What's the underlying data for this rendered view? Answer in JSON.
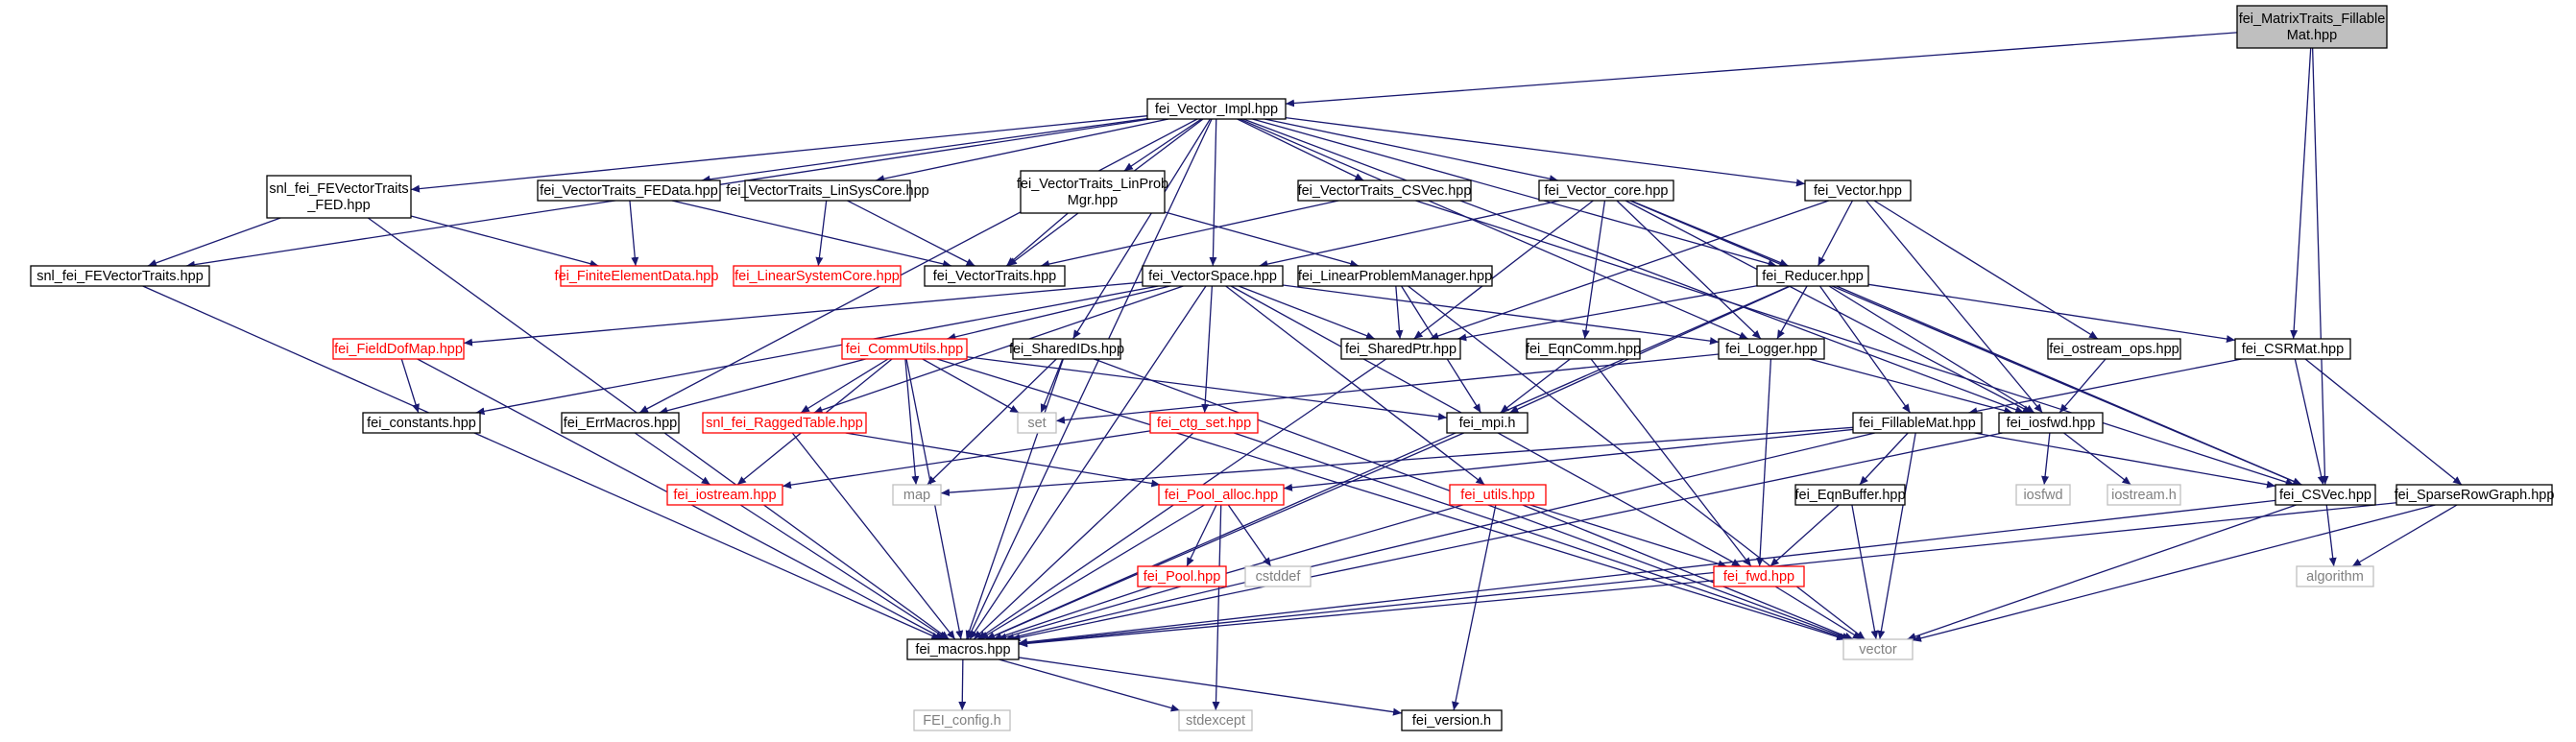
{
  "colors": {
    "edge": "#191970",
    "text_default": "#000000",
    "text_red": "#ff0000",
    "text_gray": "#808080",
    "border_default": "#000000",
    "border_red": "#ff0000",
    "border_gray": "#bfbfbf",
    "fill_root": "#bfbfbf",
    "fill_default": "#ffffff"
  },
  "graph": {
    "nodes": [
      {
        "id": "root",
        "lines": [
          "fei_MatrixTraits_Fillable",
          "Mat.hpp"
        ],
        "style": "root"
      },
      {
        "id": "vecimpl",
        "lines": [
          "fei_Vector_Impl.hpp"
        ],
        "style": "normal"
      },
      {
        "id": "snlfed",
        "lines": [
          "snl_fei_FEVectorTraits",
          "_FED.hpp"
        ],
        "style": "normal"
      },
      {
        "id": "fedata",
        "lines": [
          "fei_VectorTraits_FEData.hpp"
        ],
        "style": "normal"
      },
      {
        "id": "linsys",
        "lines": [
          "fei_VectorTraits_LinSysCore.hpp"
        ],
        "style": "normal"
      },
      {
        "id": "linprob",
        "lines": [
          "fei_VectorTraits_LinProb",
          "Mgr.hpp"
        ],
        "style": "normal"
      },
      {
        "id": "csvecT",
        "lines": [
          "fei_VectorTraits_CSVec.hpp"
        ],
        "style": "normal"
      },
      {
        "id": "vcore",
        "lines": [
          "fei_Vector_core.hpp"
        ],
        "style": "normal"
      },
      {
        "id": "vector",
        "lines": [
          "fei_Vector.hpp"
        ],
        "style": "normal"
      },
      {
        "id": "snlfev",
        "lines": [
          "snl_fei_FEVectorTraits.hpp"
        ],
        "style": "normal"
      },
      {
        "id": "fed",
        "lines": [
          "fei_FiniteElementData.hpp"
        ],
        "style": "red"
      },
      {
        "id": "lsc",
        "lines": [
          "fei_LinearSystemCore.hpp"
        ],
        "style": "red"
      },
      {
        "id": "vtraits",
        "lines": [
          "fei_VectorTraits.hpp"
        ],
        "style": "normal"
      },
      {
        "id": "vspace",
        "lines": [
          "fei_VectorSpace.hpp"
        ],
        "style": "normal"
      },
      {
        "id": "lpm",
        "lines": [
          "fei_LinearProblemManager.hpp"
        ],
        "style": "normal"
      },
      {
        "id": "reducer",
        "lines": [
          "fei_Reducer.hpp"
        ],
        "style": "normal"
      },
      {
        "id": "fdm",
        "lines": [
          "fei_FieldDofMap.hpp"
        ],
        "style": "red"
      },
      {
        "id": "commu",
        "lines": [
          "fei_CommUtils.hpp"
        ],
        "style": "red"
      },
      {
        "id": "sids",
        "lines": [
          "fei_SharedIDs.hpp"
        ],
        "style": "normal"
      },
      {
        "id": "sptr",
        "lines": [
          "fei_SharedPtr.hpp"
        ],
        "style": "normal"
      },
      {
        "id": "eqcomm",
        "lines": [
          "fei_EqnComm.hpp"
        ],
        "style": "normal"
      },
      {
        "id": "logger",
        "lines": [
          "fei_Logger.hpp"
        ],
        "style": "normal"
      },
      {
        "id": "ostrops",
        "lines": [
          "fei_ostream_ops.hpp"
        ],
        "style": "normal"
      },
      {
        "id": "csrmat",
        "lines": [
          "fei_CSRMat.hpp"
        ],
        "style": "normal"
      },
      {
        "id": "consts",
        "lines": [
          "fei_constants.hpp"
        ],
        "style": "normal"
      },
      {
        "id": "errm",
        "lines": [
          "fei_ErrMacros.hpp"
        ],
        "style": "normal"
      },
      {
        "id": "ragged",
        "lines": [
          "snl_fei_RaggedTable.hpp"
        ],
        "style": "red"
      },
      {
        "id": "set",
        "lines": [
          "set"
        ],
        "style": "gray"
      },
      {
        "id": "ctgset",
        "lines": [
          "fei_ctg_set.hpp"
        ],
        "style": "red"
      },
      {
        "id": "mpi",
        "lines": [
          "fei_mpi.h"
        ],
        "style": "normal"
      },
      {
        "id": "fillmat",
        "lines": [
          "fei_FillableMat.hpp"
        ],
        "style": "normal"
      },
      {
        "id": "iosfwdh",
        "lines": [
          "fei_iosfwd.hpp"
        ],
        "style": "normal"
      },
      {
        "id": "map",
        "lines": [
          "map"
        ],
        "style": "gray"
      },
      {
        "id": "iostream",
        "lines": [
          "fei_iostream.hpp"
        ],
        "style": "red"
      },
      {
        "id": "pool",
        "lines": [
          "fei_Pool_alloc.hpp"
        ],
        "style": "red"
      },
      {
        "id": "utils",
        "lines": [
          "fei_utils.hpp"
        ],
        "style": "red"
      },
      {
        "id": "eqbuf",
        "lines": [
          "fei_EqnBuffer.hpp"
        ],
        "style": "normal"
      },
      {
        "id": "iosfwd",
        "lines": [
          "iosfwd"
        ],
        "style": "gray"
      },
      {
        "id": "iostreamh",
        "lines": [
          "iostream.h"
        ],
        "style": "gray"
      },
      {
        "id": "csvec",
        "lines": [
          "fei_CSVec.hpp"
        ],
        "style": "normal"
      },
      {
        "id": "srg",
        "lines": [
          "fei_SparseRowGraph.hpp"
        ],
        "style": "normal"
      },
      {
        "id": "feipool",
        "lines": [
          "fei_Pool.hpp"
        ],
        "style": "red"
      },
      {
        "id": "cstddef",
        "lines": [
          "cstddef"
        ],
        "style": "gray"
      },
      {
        "id": "fwd",
        "lines": [
          "fei_fwd.hpp"
        ],
        "style": "red"
      },
      {
        "id": "algorithm",
        "lines": [
          "algorithm"
        ],
        "style": "gray"
      },
      {
        "id": "macros",
        "lines": [
          "fei_macros.hpp"
        ],
        "style": "normal"
      },
      {
        "id": "vectorstd",
        "lines": [
          "vector"
        ],
        "style": "gray"
      },
      {
        "id": "feiconfig",
        "lines": [
          "FEI_config.h"
        ],
        "style": "gray"
      },
      {
        "id": "stdexcept",
        "lines": [
          "stdexcept"
        ],
        "style": "gray"
      },
      {
        "id": "version",
        "lines": [
          "fei_version.h"
        ],
        "style": "normal"
      }
    ],
    "edges": [
      [
        "root",
        "vecimpl"
      ],
      [
        "root",
        "csrmat"
      ],
      [
        "root",
        "csvec"
      ],
      [
        "vecimpl",
        "snlfed"
      ],
      [
        "vecimpl",
        "fedata"
      ],
      [
        "vecimpl",
        "linsys"
      ],
      [
        "vecimpl",
        "linprob"
      ],
      [
        "vecimpl",
        "csvecT"
      ],
      [
        "vecimpl",
        "vcore"
      ],
      [
        "vecimpl",
        "vector"
      ],
      [
        "vecimpl",
        "snlfev"
      ],
      [
        "vecimpl",
        "vtraits"
      ],
      [
        "vecimpl",
        "vspace"
      ],
      [
        "vecimpl",
        "reducer"
      ],
      [
        "vecimpl",
        "logger"
      ],
      [
        "vecimpl",
        "sids"
      ],
      [
        "vecimpl",
        "errm"
      ],
      [
        "vecimpl",
        "macros"
      ],
      [
        "vecimpl",
        "iosfwdh"
      ],
      [
        "snlfed",
        "snlfev"
      ],
      [
        "snlfed",
        "fed"
      ],
      [
        "snlfed",
        "macros"
      ],
      [
        "fedata",
        "fed"
      ],
      [
        "fedata",
        "vtraits"
      ],
      [
        "linsys",
        "lsc"
      ],
      [
        "linsys",
        "vtraits"
      ],
      [
        "linprob",
        "vtraits"
      ],
      [
        "linprob",
        "lpm"
      ],
      [
        "csvecT",
        "vtraits"
      ],
      [
        "csvecT",
        "csvec"
      ],
      [
        "vcore",
        "vspace"
      ],
      [
        "vcore",
        "reducer"
      ],
      [
        "vcore",
        "sptr"
      ],
      [
        "vcore",
        "eqcomm"
      ],
      [
        "vcore",
        "logger"
      ],
      [
        "vcore",
        "iosfwdh"
      ],
      [
        "vcore",
        "csvec"
      ],
      [
        "vector",
        "reducer"
      ],
      [
        "vector",
        "sptr"
      ],
      [
        "vector",
        "ostrops"
      ],
      [
        "vector",
        "iosfwdh"
      ],
      [
        "snlfev",
        "macros"
      ],
      [
        "vspace",
        "fdm"
      ],
      [
        "vspace",
        "commu"
      ],
      [
        "vspace",
        "sptr"
      ],
      [
        "vspace",
        "logger"
      ],
      [
        "vspace",
        "ctgset"
      ],
      [
        "vspace",
        "ragged"
      ],
      [
        "vspace",
        "consts"
      ],
      [
        "vspace",
        "macros"
      ],
      [
        "vspace",
        "fwd"
      ],
      [
        "vspace",
        "utils"
      ],
      [
        "lpm",
        "sptr"
      ],
      [
        "lpm",
        "mpi"
      ],
      [
        "lpm",
        "vectorstd"
      ],
      [
        "reducer",
        "sptr"
      ],
      [
        "reducer",
        "logger"
      ],
      [
        "reducer",
        "csrmat"
      ],
      [
        "reducer",
        "fillmat"
      ],
      [
        "reducer",
        "csvec"
      ],
      [
        "reducer",
        "mpi"
      ],
      [
        "reducer",
        "macros"
      ],
      [
        "reducer",
        "iosfwdh"
      ],
      [
        "fdm",
        "consts"
      ],
      [
        "fdm",
        "macros"
      ],
      [
        "commu",
        "mpi"
      ],
      [
        "commu",
        "errm"
      ],
      [
        "commu",
        "ragged"
      ],
      [
        "commu",
        "set"
      ],
      [
        "commu",
        "map"
      ],
      [
        "commu",
        "iostream"
      ],
      [
        "commu",
        "macros"
      ],
      [
        "commu",
        "vectorstd"
      ],
      [
        "sids",
        "set"
      ],
      [
        "sids",
        "map"
      ],
      [
        "sids",
        "macros"
      ],
      [
        "sids",
        "vectorstd"
      ],
      [
        "sptr",
        "macros"
      ],
      [
        "eqcomm",
        "mpi"
      ],
      [
        "eqcomm",
        "fwd"
      ],
      [
        "logger",
        "set"
      ],
      [
        "logger",
        "iosfwdh"
      ],
      [
        "logger",
        "fwd"
      ],
      [
        "ostrops",
        "iosfwdh"
      ],
      [
        "csrmat",
        "fillmat"
      ],
      [
        "csrmat",
        "csvec"
      ],
      [
        "csrmat",
        "srg"
      ],
      [
        "errm",
        "iostream"
      ],
      [
        "ragged",
        "pool"
      ],
      [
        "ragged",
        "macros"
      ],
      [
        "ctgset",
        "iostream"
      ],
      [
        "ctgset",
        "macros"
      ],
      [
        "ctgset",
        "vectorstd"
      ],
      [
        "mpi",
        "macros"
      ],
      [
        "fillmat",
        "map"
      ],
      [
        "fillmat",
        "pool"
      ],
      [
        "fillmat",
        "eqbuf"
      ],
      [
        "fillmat",
        "csvec"
      ],
      [
        "fillmat",
        "macros"
      ],
      [
        "fillmat",
        "vectorstd"
      ],
      [
        "iosfwdh",
        "iosfwd"
      ],
      [
        "iosfwdh",
        "iostreamh"
      ],
      [
        "iosfwdh",
        "macros"
      ],
      [
        "iostream",
        "macros"
      ],
      [
        "pool",
        "feipool"
      ],
      [
        "pool",
        "cstddef"
      ],
      [
        "pool",
        "stdexcept"
      ],
      [
        "pool",
        "macros"
      ],
      [
        "utils",
        "fwd"
      ],
      [
        "utils",
        "version"
      ],
      [
        "utils",
        "macros"
      ],
      [
        "utils",
        "vectorstd"
      ],
      [
        "eqbuf",
        "fwd"
      ],
      [
        "eqbuf",
        "vectorstd"
      ],
      [
        "csvec",
        "algorithm"
      ],
      [
        "csvec",
        "vectorstd"
      ],
      [
        "csvec",
        "macros"
      ],
      [
        "srg",
        "algorithm"
      ],
      [
        "srg",
        "vectorstd"
      ],
      [
        "srg",
        "macros"
      ],
      [
        "feipool",
        "macros"
      ],
      [
        "fwd",
        "macros"
      ],
      [
        "fwd",
        "vectorstd"
      ],
      [
        "macros",
        "feiconfig"
      ],
      [
        "macros",
        "stdexcept"
      ],
      [
        "macros",
        "version"
      ]
    ]
  }
}
